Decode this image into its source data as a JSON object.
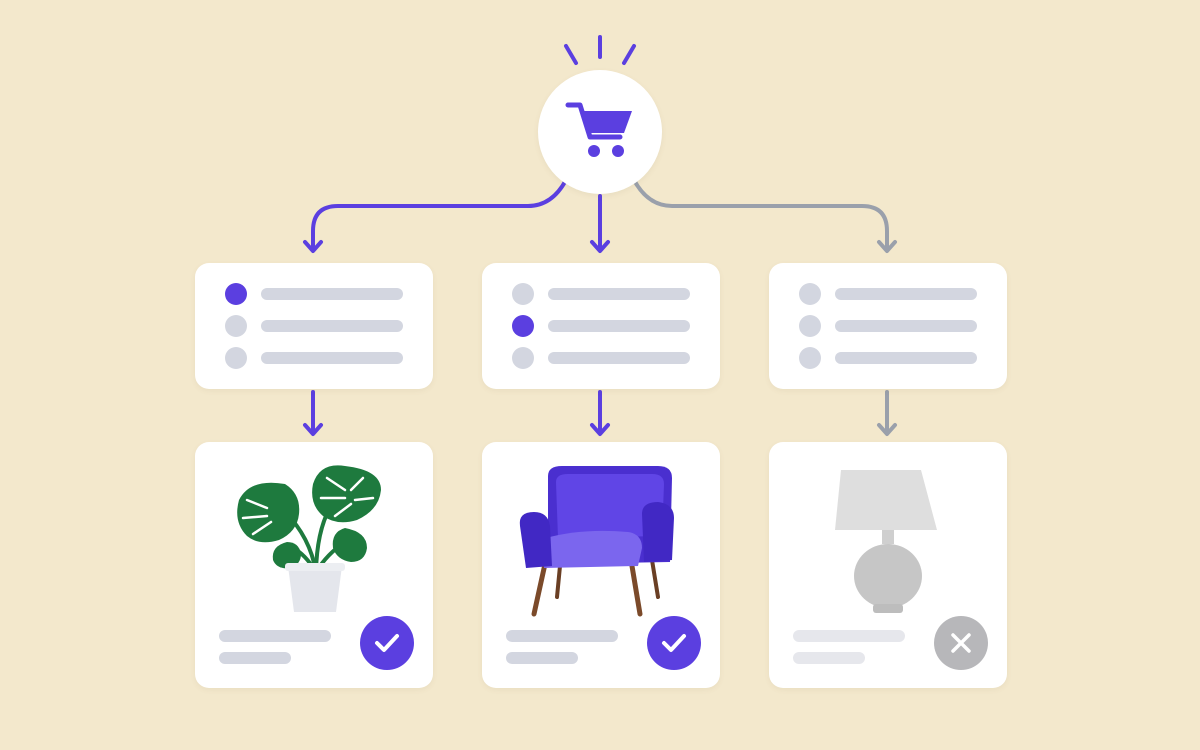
{
  "colors": {
    "background": "#f3e8cc",
    "accent": "#5b3fe0",
    "inactive": "#9aa0ab",
    "placeholder": "#d3d6e0",
    "plant_leaf": "#1e7a3e"
  },
  "hub": {
    "icon": "shopping-cart-icon",
    "highlighted": true
  },
  "branches": [
    {
      "active": true,
      "selected_option": 1,
      "product_icon": "potted-plant-icon",
      "status": "accepted",
      "status_icon": "check-icon"
    },
    {
      "active": true,
      "selected_option": 2,
      "product_icon": "armchair-icon",
      "status": "accepted",
      "status_icon": "check-icon"
    },
    {
      "active": false,
      "selected_option": 0,
      "product_icon": "table-lamp-icon",
      "status": "rejected",
      "status_icon": "close-icon"
    }
  ]
}
